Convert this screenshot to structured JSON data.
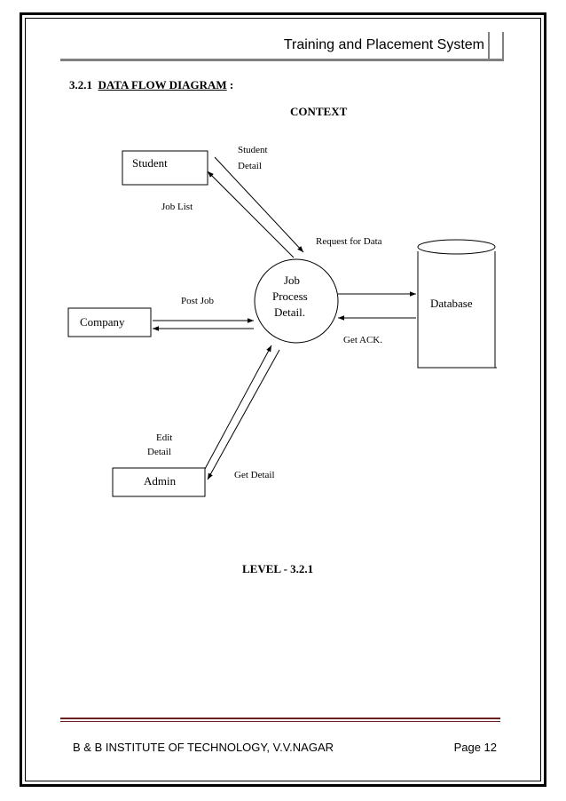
{
  "header": {
    "title": "Training and Placement System"
  },
  "section": {
    "number": "3.2.1",
    "title": "DATA FLOW DIAGRAM",
    "suffix": ":"
  },
  "diagram": {
    "context_label": "CONTEXT",
    "entities": {
      "student": "Student",
      "company": "Company",
      "admin": "Admin",
      "database": "Database"
    },
    "process": {
      "line1": "Job",
      "line2": "Process",
      "line3": "Detail."
    },
    "flows": {
      "student_detail_line1": "Student",
      "student_detail_line2": "Detail",
      "job_list": "Job List",
      "request_for_data": "Request  for Data",
      "post_job": "Post Job",
      "get_ack": "Get ACK.",
      "edit_detail_line1": "Edit",
      "edit_detail_line2": "Detail",
      "get_detail": "Get Detail"
    },
    "level_label": "LEVEL - 3.2.1"
  },
  "footer": {
    "institute": "B & B INSTITUTE OF TECHNOLOGY, V.V.NAGAR",
    "page": "Page 12"
  }
}
